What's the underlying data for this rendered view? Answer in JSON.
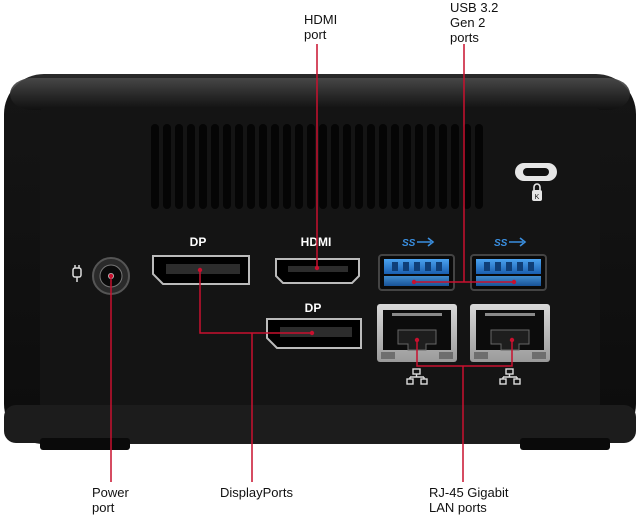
{
  "callouts": {
    "hdmi_port": "HDMI\nport",
    "usb_ports": "USB 3.2\nGen 2\nports",
    "power_port": "Power\nport",
    "displayports": "DisplayPorts",
    "rj45_ports": "RJ-45 Gigabit\nLAN ports"
  },
  "panel_labels": {
    "dp_left": "DP",
    "hdmi": "HDMI",
    "dp_lower": "DP",
    "usb_left": "SS",
    "usb_right": "SS"
  },
  "icons": [
    "power-plug-icon",
    "kensington-lock-icon",
    "usb-superspeed-icon",
    "network-icon"
  ],
  "colors": {
    "chassis": "#111111",
    "callout_line": "#c8102e",
    "usb_port": "#2a7fd6",
    "background": "#ffffff"
  }
}
